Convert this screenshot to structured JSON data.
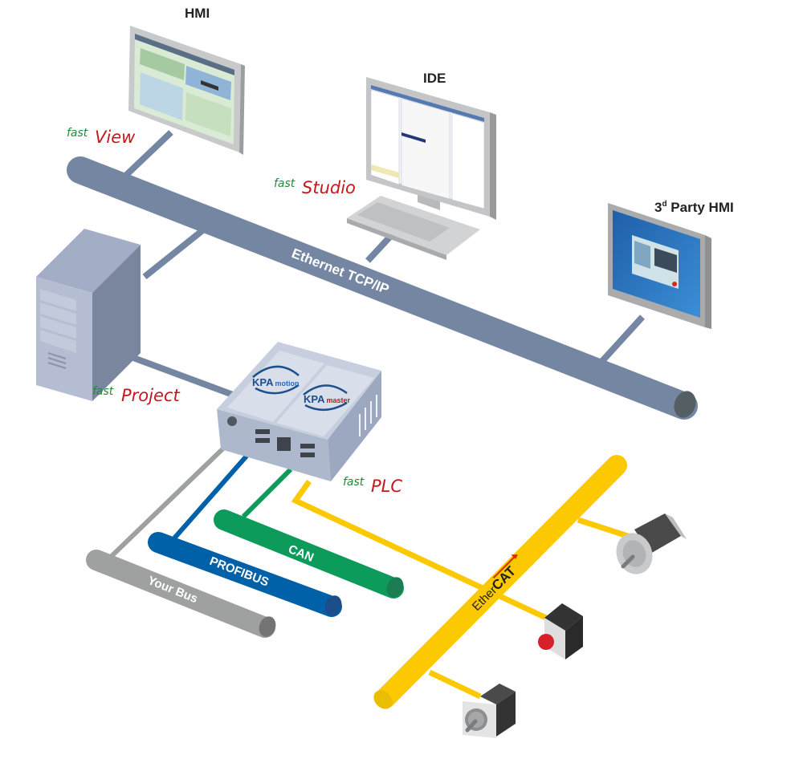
{
  "devices": {
    "hmi": {
      "title": "HMI",
      "product_prefix": "fast",
      "product_name": "View"
    },
    "ide": {
      "title": "IDE",
      "product_prefix": "fast",
      "product_name": "Studio"
    },
    "third_party_hmi": {
      "title_prefix": "3",
      "title_sup": "d",
      "title_rest": " Party HMI"
    },
    "server": {
      "product_prefix": "fast",
      "product_name": "Project"
    },
    "plc": {
      "product_prefix": "fast",
      "product_name": "PLC",
      "logo_motion": {
        "brand": "KPA",
        "suffix": "motion"
      },
      "logo_master": {
        "brand": "KPA",
        "suffix": "master"
      }
    }
  },
  "buses": {
    "ethernet": {
      "label": "Ethernet TCP/IP",
      "color": "#7486a1"
    },
    "can": {
      "label": "CAN",
      "color": "#0d9b5c"
    },
    "profibus": {
      "label": "PROFIBUS",
      "color": "#0060a8"
    },
    "your_bus": {
      "label": "Your Bus",
      "color": "#9fa0a0"
    },
    "ethercat": {
      "label_prefix": "Ether",
      "label_bold": "CAT",
      "color": "#fcc800"
    }
  },
  "colors": {
    "fast_green": "#1e8a3a",
    "product_red": "#c8161d",
    "kpa_blue": "#1d4f8c"
  }
}
